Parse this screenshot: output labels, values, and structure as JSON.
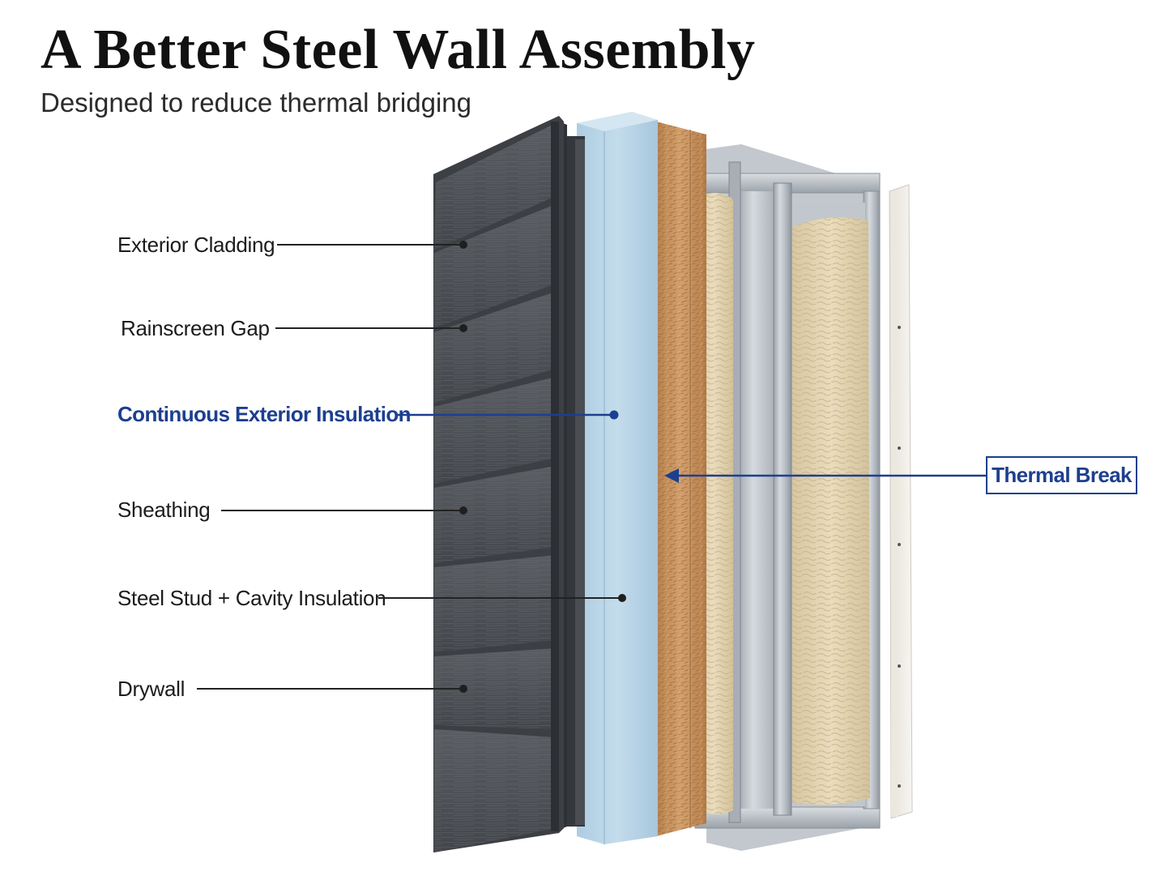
{
  "header": {
    "title": "A Better Steel Wall Assembly",
    "subtitle": "Designed to reduce thermal bridging"
  },
  "layers": [
    {
      "label": "Exterior Cladding"
    },
    {
      "label": "Rainscreen Gap"
    },
    {
      "label": "Continuous Exterior Insulation",
      "highlight": true
    },
    {
      "label": "Sheathing"
    },
    {
      "label": "Steel Stud + Cavity Insulation"
    },
    {
      "label": "Drywall"
    }
  ],
  "callout": {
    "label": "Thermal Break"
  },
  "colors": {
    "accent": "#1d3f8f",
    "cladding": "#4f5358",
    "rigid_insulation": "#b9d6e8",
    "sheathing": "#c9935e",
    "batt_insulation": "#e4d6b4",
    "steel": "#b9bfc6",
    "drywall": "#f2efe8"
  }
}
